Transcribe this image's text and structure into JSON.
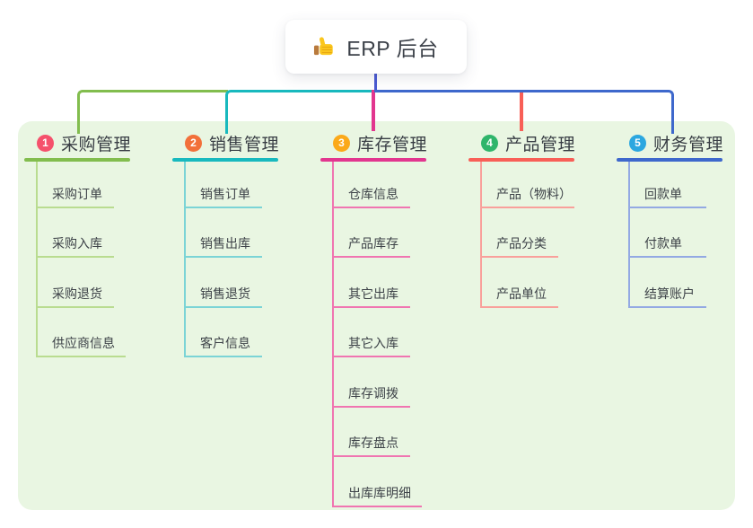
{
  "app": {
    "background_color": "#FFFFFF",
    "panel_color": "#E9F6E2"
  },
  "root": {
    "title": "ERP 后台",
    "icon": "thumbs-up-icon",
    "line_color": "#4A5AD2"
  },
  "branches": [
    {
      "number": "1",
      "title": "采购管理",
      "badge_color": "#F5516C",
      "line_color": "#82BD4E",
      "light_line_color": "#B9DC90",
      "children": [
        "采购订单",
        "采购入库",
        "采购退货",
        "供应商信息"
      ]
    },
    {
      "number": "2",
      "title": "销售管理",
      "badge_color": "#F2703A",
      "line_color": "#18B9BE",
      "light_line_color": "#7BD4D6",
      "children": [
        "销售订单",
        "销售出库",
        "销售退货",
        "客户信息"
      ]
    },
    {
      "number": "3",
      "title": "库存管理",
      "badge_color": "#FBA919",
      "line_color": "#E2368F",
      "light_line_color": "#F075B1",
      "children": [
        "仓库信息",
        "产品库存",
        "其它出库",
        "其它入库",
        "库存调拨",
        "库存盘点",
        "出库库明细"
      ]
    },
    {
      "number": "4",
      "title": "产品管理",
      "badge_color": "#2FB56B",
      "line_color": "#F85F57",
      "light_line_color": "#F9A09B",
      "children": [
        "产品（物料）",
        "产品分类",
        "产品单位"
      ]
    },
    {
      "number": "5",
      "title": "财务管理",
      "badge_color": "#2BA7E0",
      "line_color": "#3E68CC",
      "light_line_color": "#93A9E3",
      "children": [
        "回款单",
        "付款单",
        "结算账户"
      ]
    }
  ]
}
